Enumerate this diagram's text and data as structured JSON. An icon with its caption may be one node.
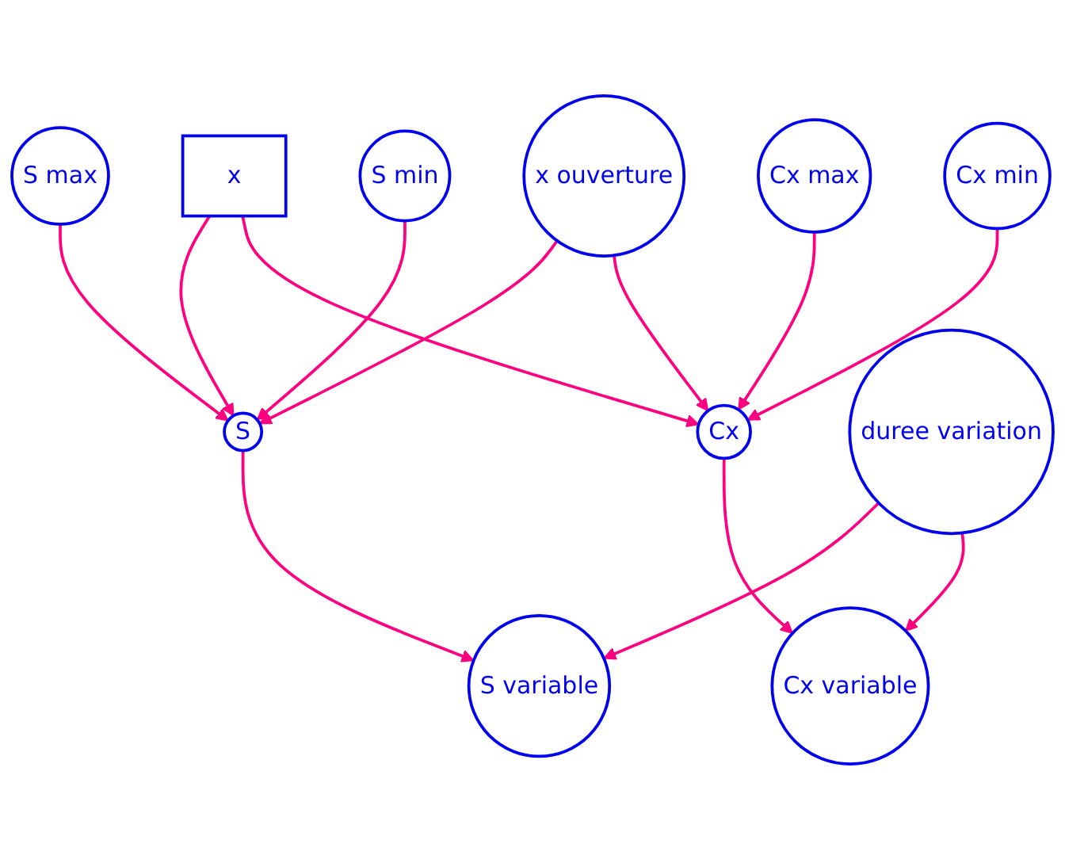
{
  "diagram": {
    "nodes": [
      {
        "text": [
          "S max"
        ]
      },
      {
        "text": [
          "x"
        ]
      },
      {
        "text": [
          "Cx max"
        ]
      },
      {
        "text": [
          "x ouverture"
        ]
      },
      {
        "text": [
          "S"
        ]
      },
      {
        "text": [
          "Cx"
        ]
      },
      {
        "text": [
          "duree variation"
        ]
      },
      {
        "text": [
          "S min"
        ]
      },
      {
        "text": [
          "Cx min"
        ]
      },
      {
        "text": [
          "S variable"
        ]
      },
      {
        "text": [
          "Cx variable"
        ]
      }
    ],
    "edges": [
      {
        "from": 0,
        "to": 4,
        "arrow": "to"
      },
      {
        "from": 1,
        "to": 4,
        "arrow": "to"
      },
      {
        "from": 1,
        "to": 5,
        "arrow": "to"
      },
      {
        "from": 2,
        "to": 5,
        "arrow": "to"
      },
      {
        "from": 3,
        "to": 4,
        "arrow": "to"
      },
      {
        "from": 3,
        "to": 5,
        "arrow": "to"
      },
      {
        "from": 7,
        "to": 4,
        "arrow": "to"
      },
      {
        "from": 8,
        "to": 5,
        "arrow": "to"
      },
      {
        "from": 4,
        "to": 9,
        "arrow": "to"
      },
      {
        "from": 6,
        "to": 9,
        "arrow": "to"
      },
      {
        "from": 6,
        "to": 10,
        "arrow": "to"
      },
      {
        "from": 5,
        "to": 10,
        "arrow": "to"
      }
    ]
  }
}
